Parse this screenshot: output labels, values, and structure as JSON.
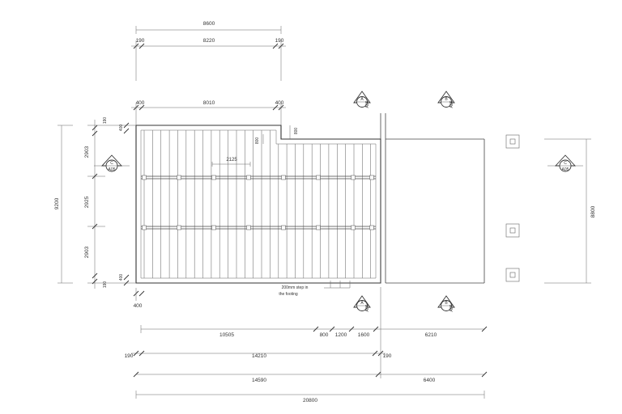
{
  "dims_top": {
    "overall": "8600",
    "left_end": "190",
    "mid": "8220",
    "right_end": "190",
    "row2_left": "400",
    "row2_mid": "8010",
    "row2_right": "400",
    "step_a": "800",
    "step_b": "800",
    "bearer_span": "2125"
  },
  "dims_left": {
    "overall": "9200",
    "top_end": "190",
    "top_inner": "400",
    "span1": "2903",
    "span2": "2925",
    "span3": "2903",
    "bot_inner": "400",
    "bot_end": "190"
  },
  "dims_right": {
    "overall": "8800"
  },
  "dims_bottom": {
    "corner": "400",
    "r1_a": "10505",
    "r1_b": "800",
    "r1_c": "1200",
    "r1_d": "1600",
    "r1_e": "6210",
    "r2_left": "190",
    "r2_a": "14210",
    "r2_right": "190",
    "r3_a": "14590",
    "r3_b": "6400",
    "r4_total": "20800"
  },
  "note": {
    "line1": "200mm step in",
    "line2": "the footing"
  },
  "section_markers": [
    {
      "letter": "A",
      "sheet": "A05"
    },
    {
      "letter": "B",
      "sheet": "A05"
    },
    {
      "letter": "A",
      "sheet": "A05"
    },
    {
      "letter": "B",
      "sheet": "A05"
    },
    {
      "letter": "C",
      "sheet": "A05"
    },
    {
      "letter": "C",
      "sheet": "A05"
    }
  ]
}
